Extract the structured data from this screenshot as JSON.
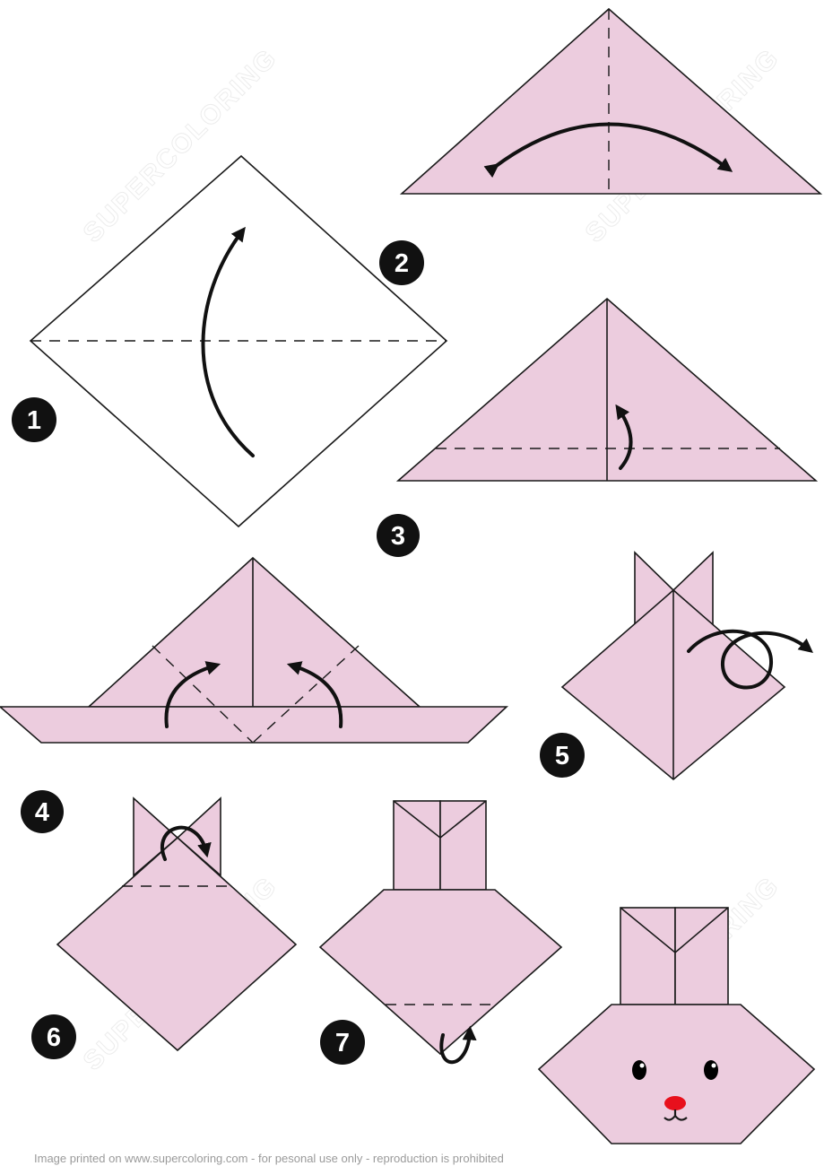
{
  "steps": [
    {
      "number": "1"
    },
    {
      "number": "2"
    },
    {
      "number": "3"
    },
    {
      "number": "4"
    },
    {
      "number": "5"
    },
    {
      "number": "6"
    },
    {
      "number": "7"
    }
  ],
  "watermark": "SUPERCOLORING",
  "footer": "Image printed on www.supercoloring.com - for pesonal use only - reproduction is prohibited",
  "colors": {
    "paper": "#ecccde",
    "outline": "#1a1a1a",
    "arrow": "#111111",
    "badge": "#111111",
    "nose": "#e8101c",
    "eyes": "#000000"
  }
}
